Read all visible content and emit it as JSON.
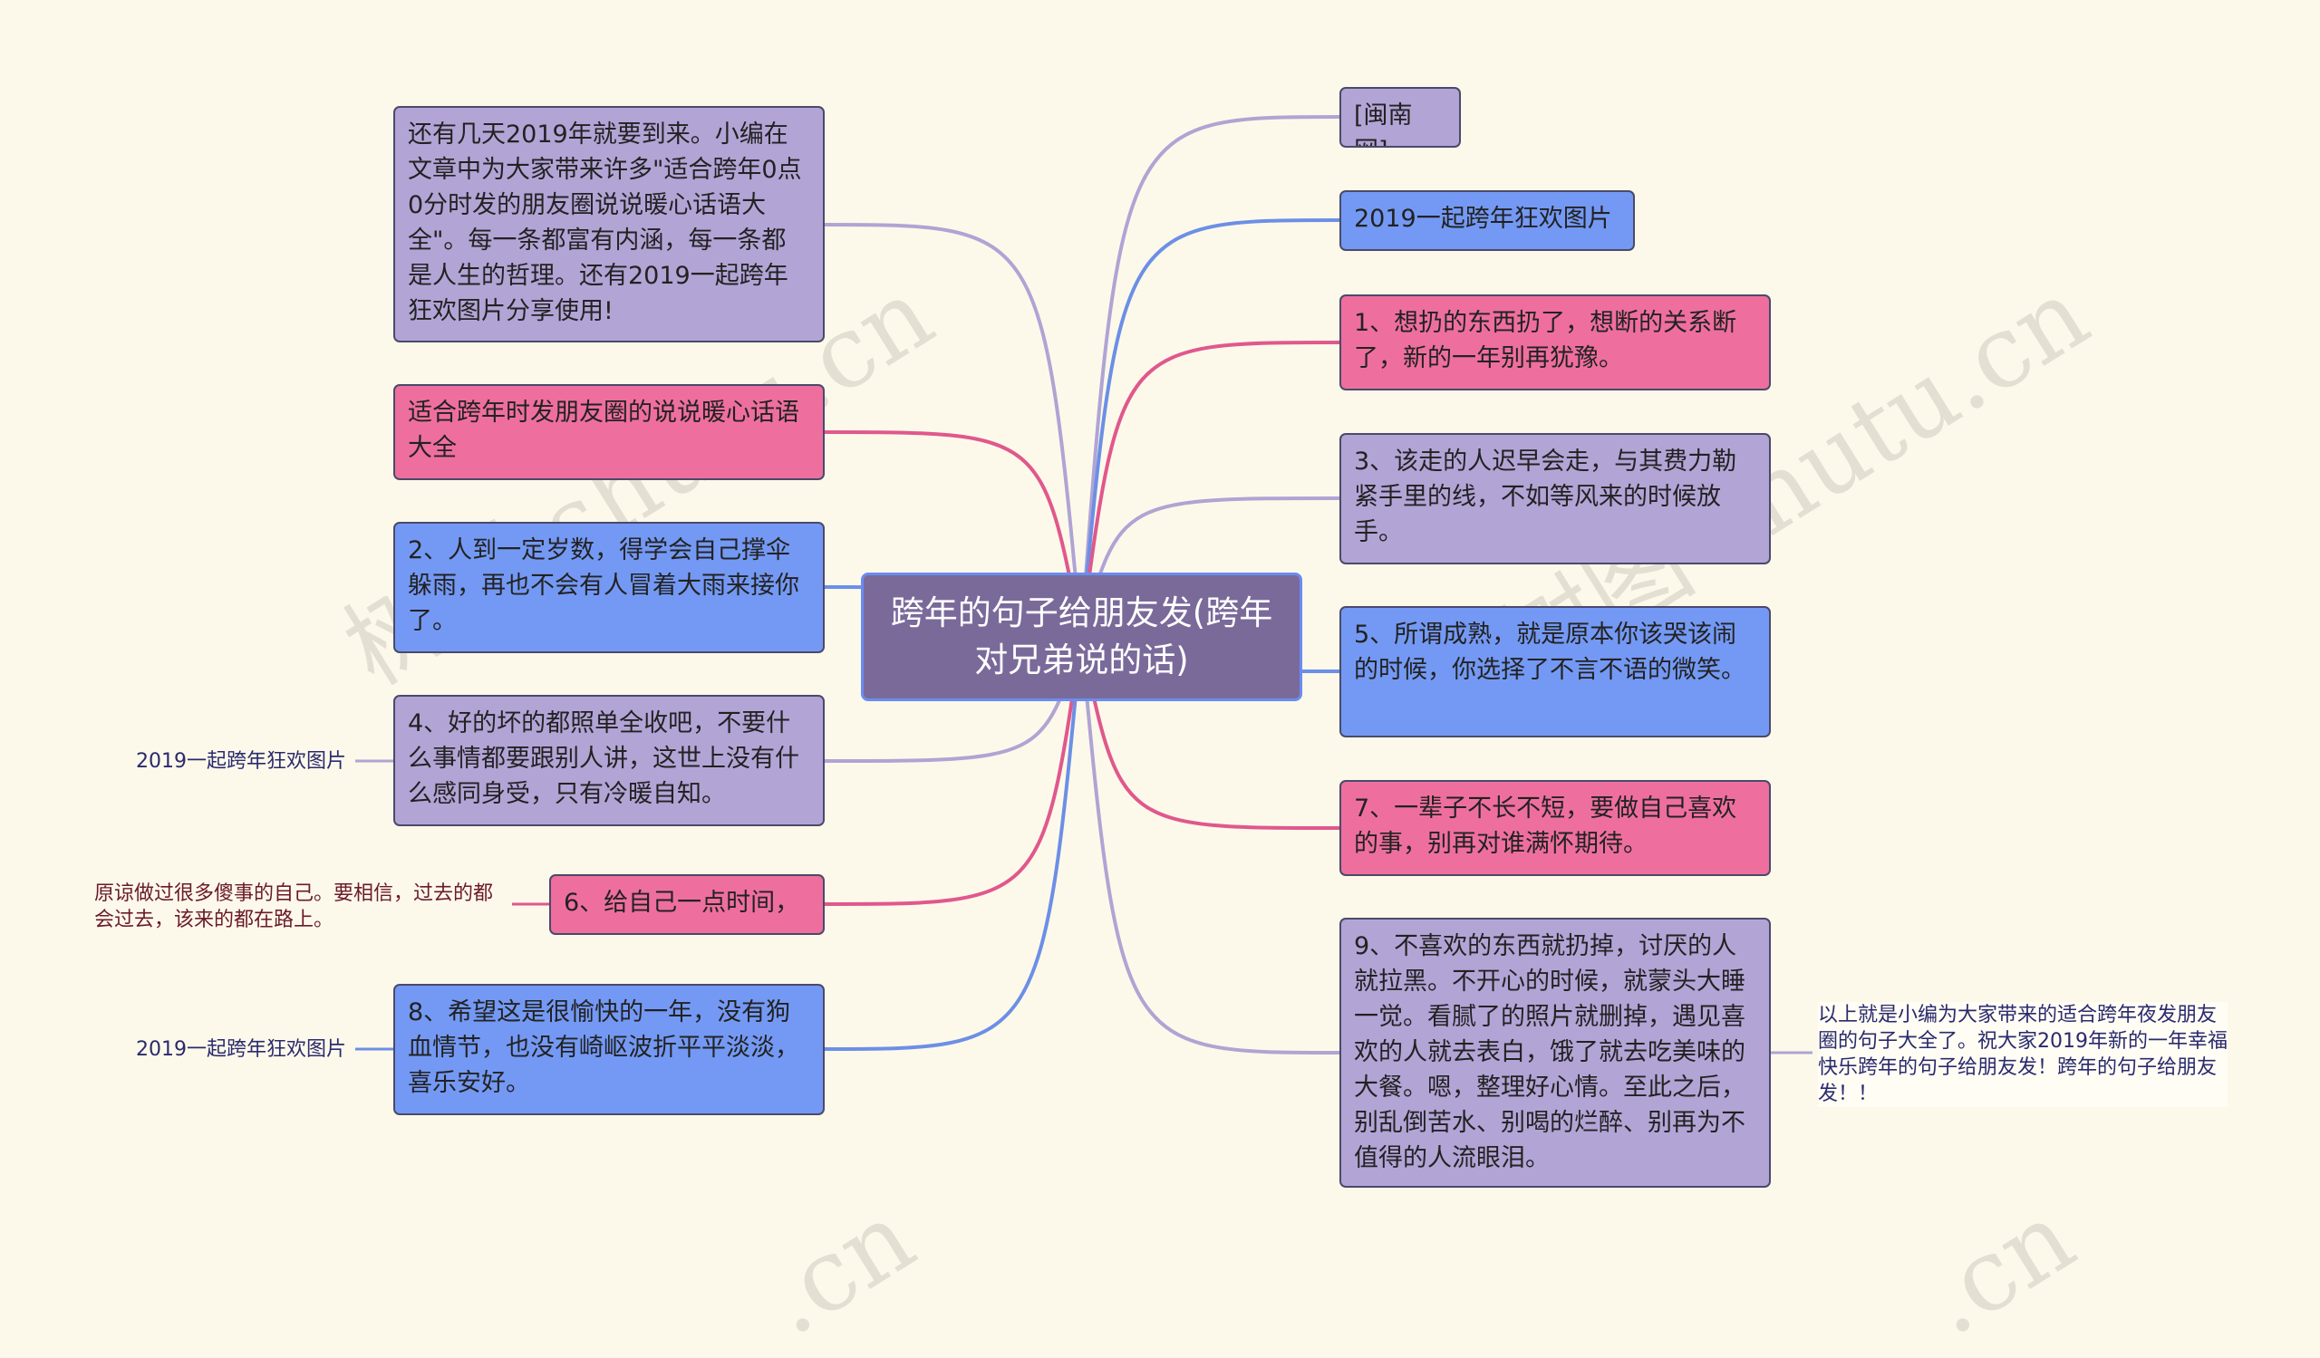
{
  "center": {
    "text": "跨年的句子给朋友发(跨年对兄弟说的话)"
  },
  "left": [
    {
      "text": "还有几天2019年就要到来。小编在文章中为大家带来许多\"适合跨年0点0分时发的朋友圈说说暖心话语大全\"。每一条都富有内涵，每一条都是人生的哲理。还有2019一起跨年狂欢图片分享使用!"
    },
    {
      "text": "适合跨年时发朋友圈的说说暖心话语大全"
    },
    {
      "text": "2、人到一定岁数，得学会自己撑伞躲雨，再也不会有人冒着大雨来接你了。"
    },
    {
      "text": "4、好的坏的都照单全收吧，不要什么事情都要跟别人讲，这世上没有什么感同身受，只有冷暖自知。"
    },
    {
      "text": "6、给自己一点时间，"
    },
    {
      "text": "8、希望这是很愉快的一年，没有狗血情节，也没有崎岖波折平平淡淡，喜乐安好。"
    }
  ],
  "right": [
    {
      "text": "[闽南网]"
    },
    {
      "text": "2019一起跨年狂欢图片"
    },
    {
      "text": "1、想扔的东西扔了，想断的关系断了，新的一年别再犹豫。"
    },
    {
      "text": "3、该走的人迟早会走，与其费力勒紧手里的线，不如等风来的时候放手。"
    },
    {
      "text": "5、所谓成熟，就是原本你该哭该闹的时候，你选择了不言不语的微笑。"
    },
    {
      "text": "7、一辈子不长不短，要做自己喜欢的事，别再对谁满怀期待。"
    },
    {
      "text": "9、不喜欢的东西就扔掉，讨厌的人就拉黑。不开心的时候，就蒙头大睡一觉。看腻了的照片就删掉，遇见喜欢的人就去表白，饿了就去吃美味的大餐。嗯，整理好心情。至此之后，别乱倒苦水、别喝的烂醉、别再为不值得的人流眼泪。"
    }
  ],
  "leaves": [
    {
      "text": "2019一起跨年狂欢图片"
    },
    {
      "text": "原谅做过很多傻事的自己。要相信，过去的都会过去，该来的都在路上。"
    },
    {
      "text": "2019一起跨年狂欢图片"
    },
    {
      "text": "以上就是小编为大家带来的适合跨年夜发朋友圈的句子大全了。祝大家2019年新的一年幸福快乐跨年的句子给朋友发！跨年的句子给朋友发！！"
    }
  ],
  "watermark": "树图 shutu.cn",
  "watermark_short": ".cn",
  "colors": {
    "background": "#fdf9ea",
    "purple": "#b3a4d6",
    "pink": "#ee6f9d",
    "blue": "#7499f4",
    "center": "#7a6a9a",
    "link_purple": "#b0a4d4",
    "link_pink": "#e0588c",
    "link_blue": "#6c8fe6"
  }
}
